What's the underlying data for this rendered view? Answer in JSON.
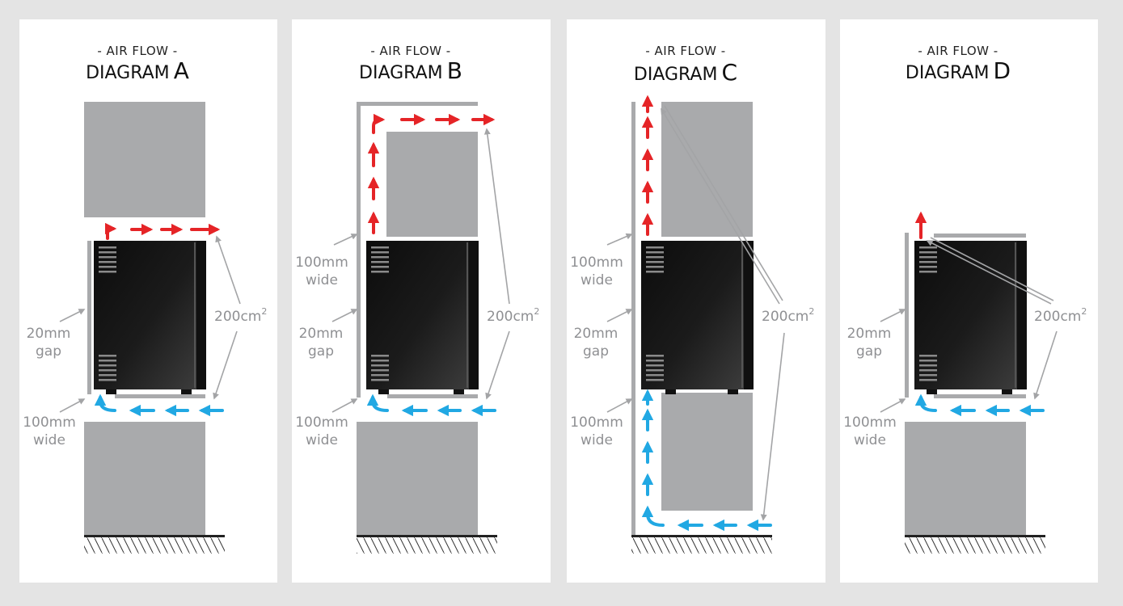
{
  "colors": {
    "background": "#e4e4e4",
    "panel": "#ffffff",
    "cabinet": "#a9aaac",
    "appliance_dark": "#141414",
    "hot_air": "#e52427",
    "cool_air": "#21a8e3",
    "pointer": "#a3a4a6",
    "label_grey": "#8f9093"
  },
  "diagrams": [
    {
      "subtitle": "- AIR FLOW -",
      "title_word": "DIAGRAM",
      "title_letter": "A",
      "labels": {
        "gap_value": "20mm",
        "gap_word": "gap",
        "bottom_width_value": "100mm",
        "bottom_width_word": "wide",
        "vent_area": "200cm",
        "vent_area_sup": "2"
      }
    },
    {
      "subtitle": "- AIR FLOW -",
      "title_word": "DIAGRAM",
      "title_letter": "B",
      "labels": {
        "top_width_value": "100mm",
        "top_width_word": "wide",
        "gap_value": "20mm",
        "gap_word": "gap",
        "bottom_width_value": "100mm",
        "bottom_width_word": "wide",
        "vent_area": "200cm",
        "vent_area_sup": "2"
      }
    },
    {
      "subtitle": "- AIR FLOW -",
      "title_word": "DIAGRAM",
      "title_letter": "C",
      "labels": {
        "top_width_value": "100mm",
        "top_width_word": "wide",
        "gap_value": "20mm",
        "gap_word": "gap",
        "bottom_width_value": "100mm",
        "bottom_width_word": "wide",
        "vent_area": "200cm",
        "vent_area_sup": "2"
      }
    },
    {
      "subtitle": "- AIR FLOW -",
      "title_word": "DIAGRAM",
      "title_letter": "D",
      "labels": {
        "gap_value": "20mm",
        "gap_word": "gap",
        "bottom_width_value": "100mm",
        "bottom_width_word": "wide",
        "vent_area": "200cm",
        "vent_area_sup": "2"
      }
    }
  ]
}
